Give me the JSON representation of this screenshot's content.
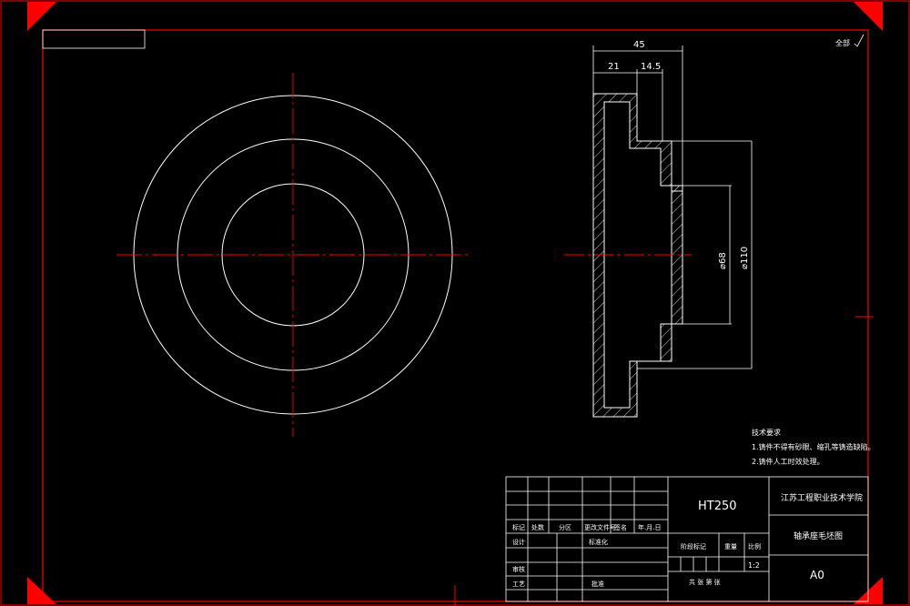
{
  "corner_note": "全部",
  "dims": {
    "total_length": "45",
    "flange_length": "21",
    "step_length": "14.5",
    "inner_diameter": "⌀68",
    "outer_diameter": "⌀110"
  },
  "technical_requirements": {
    "title": "技术要求",
    "item1": "1.铸件不得有砂眼、缩孔等铸造缺陷。",
    "item2": "2.铸件人工时效处理。"
  },
  "title_block": {
    "material": "HT250",
    "school": "江苏工程职业技术学院",
    "drawing_name": "轴承座毛坯图",
    "sheet_size": "A0",
    "scale": "1:2",
    "labels": {
      "mark": "标记",
      "count": "处数",
      "zone": "分区",
      "change_doc": "更改文件号",
      "signature": "签名",
      "date": "年.月.日",
      "design": "设计",
      "standardize": "标准化",
      "review": "审核",
      "process": "工艺",
      "approve": "批准",
      "stage_mark": "阶段标记",
      "weight": "重量",
      "ratio": "比例",
      "sheets": "共 张 第 张"
    }
  },
  "colors": {
    "border": "#ff0000",
    "lines": "#ffffff",
    "centerline": "#ff0000",
    "background": "#000000"
  }
}
